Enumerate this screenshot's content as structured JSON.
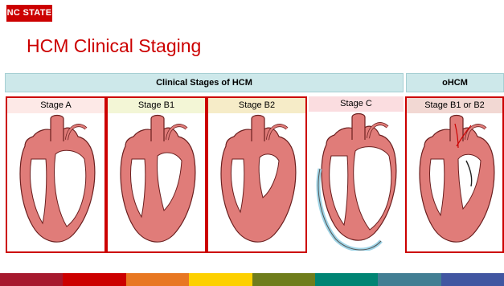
{
  "logo": {
    "text": "NC STATE"
  },
  "slide": {
    "title": "HCM Clinical Staging"
  },
  "headers": {
    "clinical": "Clinical Stages of HCM",
    "ohcm": "oHCM"
  },
  "stages": [
    {
      "label": "Stage A",
      "label_bg": "#fde9e7",
      "thick": "none"
    },
    {
      "label": "Stage B1",
      "label_bg": "#f3f6d6",
      "thick": "mild"
    },
    {
      "label": "Stage B2",
      "label_bg": "#f6ecc8",
      "thick": "severe"
    },
    {
      "label": "Stage C",
      "label_bg": "#fbdde0",
      "thick": "dilated"
    },
    {
      "label": "Stage B1 or B2",
      "label_bg": "#f2d8d3",
      "thick": "obstructive"
    }
  ],
  "colors": {
    "brand_red": "#cc0000",
    "header_teal": "#cde8ea",
    "myocardium": "#e07c79",
    "footer": [
      "#a6192e",
      "#cc0000",
      "#e87722",
      "#fdd000",
      "#6f7d1c",
      "#008473",
      "#427e93",
      "#4156a1"
    ]
  }
}
